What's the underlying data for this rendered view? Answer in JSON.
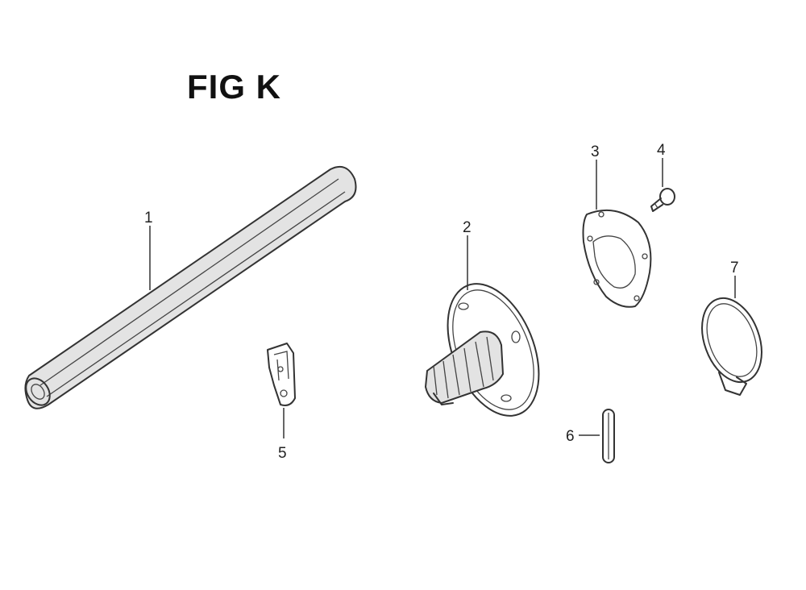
{
  "figure": {
    "title": "FIG K"
  },
  "callouts": [
    {
      "id": "1",
      "text": "1"
    },
    {
      "id": "2",
      "text": "2"
    },
    {
      "id": "3",
      "text": "3"
    },
    {
      "id": "4",
      "text": "4"
    },
    {
      "id": "5",
      "text": "5"
    },
    {
      "id": "6",
      "text": "6"
    },
    {
      "id": "7",
      "text": "7"
    }
  ],
  "colors": {
    "line": "#333333",
    "background": "#ffffff"
  }
}
